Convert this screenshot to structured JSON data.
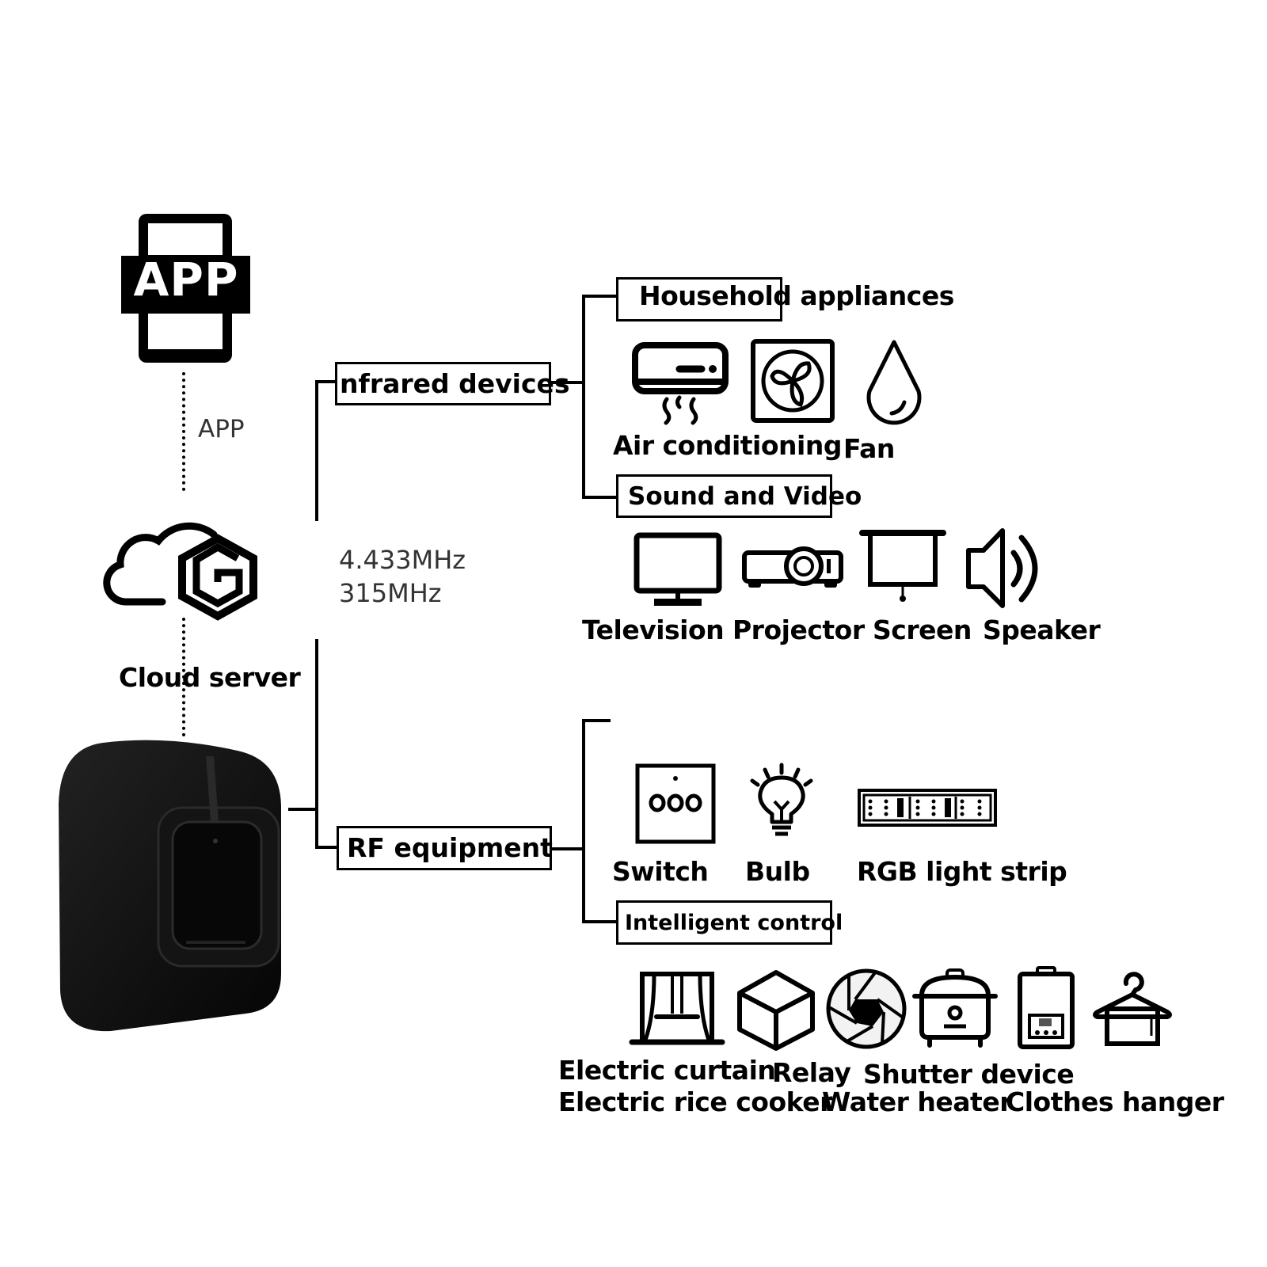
{
  "left_column": {
    "app_icon_text": "APP",
    "app_link_label": "APP",
    "cloud_label": "Cloud server",
    "frequency_lines": [
      "4.433MHz",
      "315MHz"
    ]
  },
  "branches": {
    "infrared": {
      "label": "nfrared devices",
      "groups": [
        {
          "label": "Household appliances",
          "items": [
            {
              "label": "Air conditioning",
              "icon": "air-conditioner-icon"
            },
            {
              "label": "Fan",
              "icon": "fan-icon"
            },
            {
              "label": "",
              "icon": "water-drop-icon"
            }
          ]
        },
        {
          "label": "Sound and Video",
          "items": [
            {
              "label": "Television",
              "icon": "television-icon"
            },
            {
              "label": "Projector",
              "icon": "projector-icon"
            },
            {
              "label": "Screen",
              "icon": "projection-screen-icon"
            },
            {
              "label": "Speaker",
              "icon": "speaker-icon"
            }
          ]
        }
      ]
    },
    "rf": {
      "label": "RF equipment",
      "items": [
        {
          "label": "Switch",
          "icon": "wall-switch-icon"
        },
        {
          "label": "Bulb",
          "icon": "bulb-icon"
        },
        {
          "label": "RGB light strip",
          "icon": "led-strip-icon"
        }
      ],
      "groups": [
        {
          "label": "Intelligent control",
          "items": [
            {
              "label": "Electric curtain",
              "icon": "curtain-icon"
            },
            {
              "label": "Relay",
              "icon": "relay-cube-icon"
            },
            {
              "label": "Shutter device",
              "icon": "shutter-icon"
            },
            {
              "label": "Electric rice cooker",
              "icon": "rice-cooker-icon"
            },
            {
              "label": "Water heater",
              "icon": "water-heater-icon"
            },
            {
              "label": "Clothes hanger",
              "icon": "clothes-hanger-icon"
            }
          ]
        }
      ]
    }
  },
  "colors": {
    "ink": "#000000",
    "muted_text": "#333333",
    "device_body": "#0b0b0b",
    "background": "#ffffff"
  }
}
